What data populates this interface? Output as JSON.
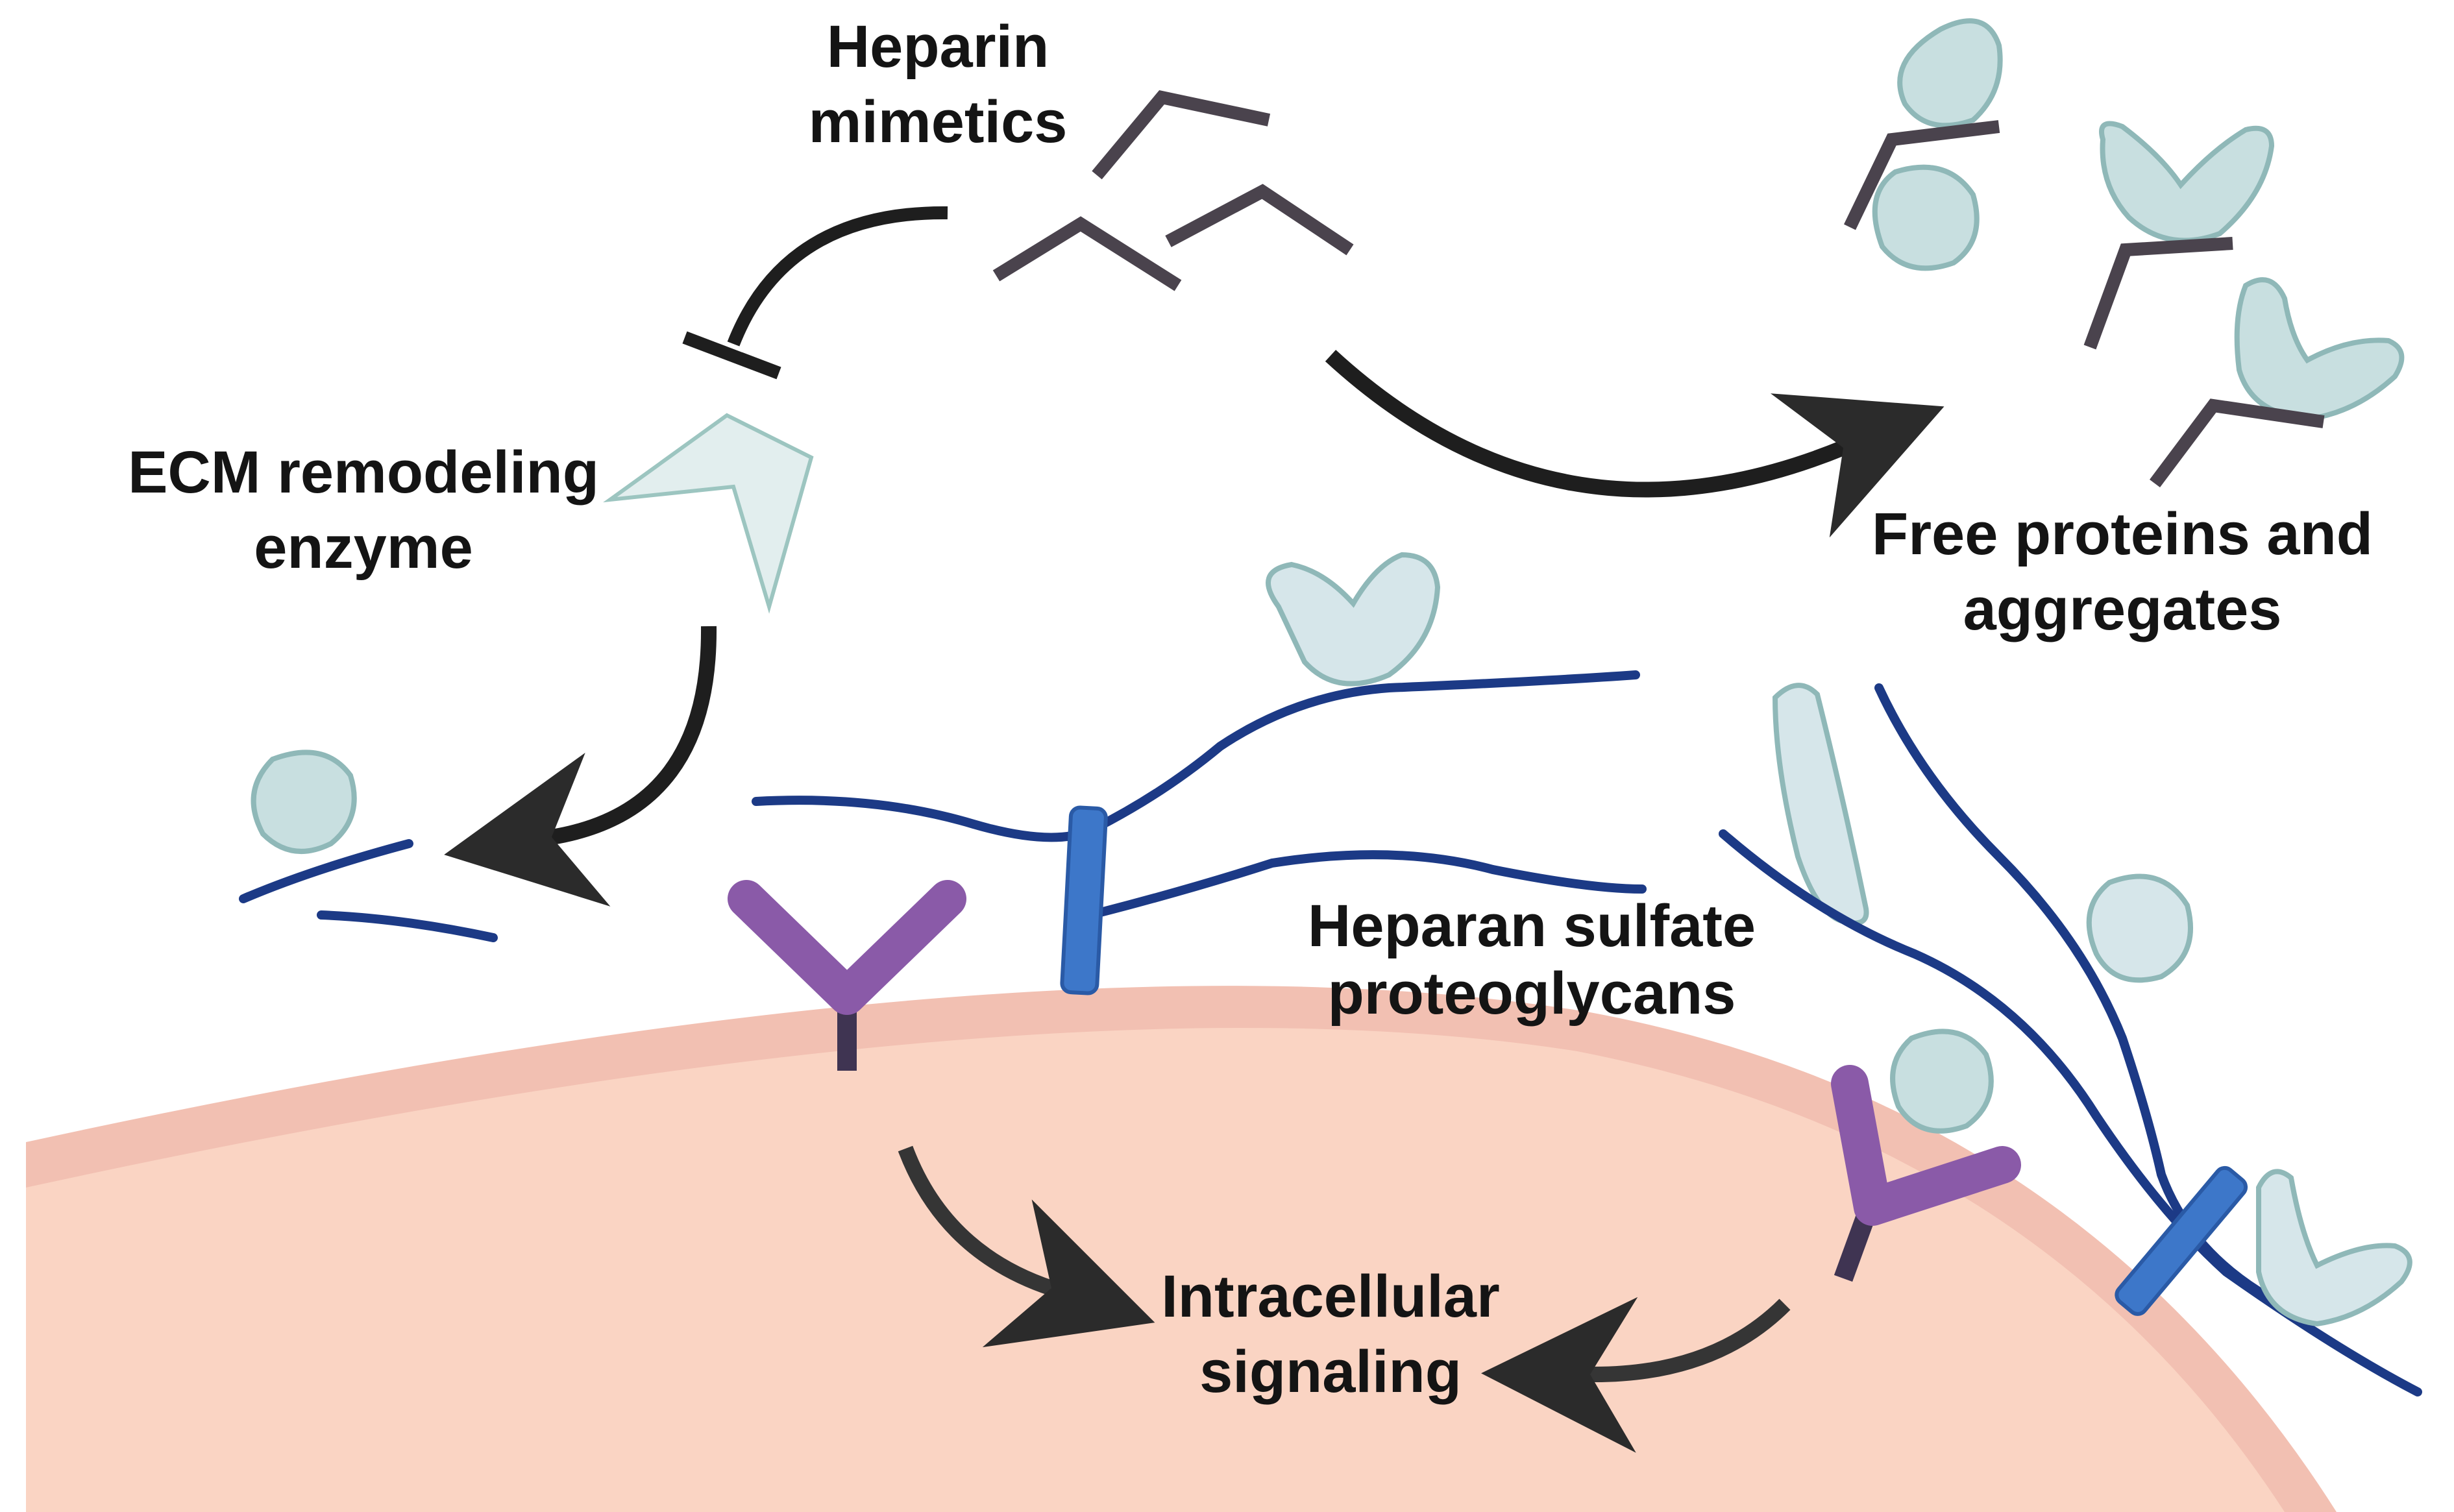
{
  "labels": {
    "heparin_mimetics": [
      "Heparin",
      "mimetics"
    ],
    "ecm_enzyme": [
      "ECM remodeling",
      "enzyme"
    ],
    "free_proteins": [
      "Free proteins and",
      "aggregates"
    ],
    "hspg": [
      "Heparan sulfate",
      "proteoglycans"
    ],
    "signaling": [
      "Intracellular",
      "signaling"
    ]
  },
  "colors": {
    "cell_fill": "#fad4c3",
    "cell_border": "#f2c0b2",
    "protein_fill": "#c8dfe0",
    "protein_fill_light": "#d6e6ea",
    "protein_stroke": "#8fb8b8",
    "hs_chain": "#1c3a86",
    "core_protein": "#3d77c9",
    "receptor": "#8a5aa8",
    "receptor_stalk": "#3f3452",
    "mimetic": "#4a434d",
    "arrow": "#2b2b2b",
    "enzyme_fill": "#e2eeee",
    "enzyme_stroke": "#9cc5c0"
  },
  "icons": {
    "inhibition": "inhibition-bar-icon",
    "arrow": "curved-arrow-icon",
    "enzyme": "chevron-enzyme-icon",
    "receptor": "y-receptor-icon"
  }
}
